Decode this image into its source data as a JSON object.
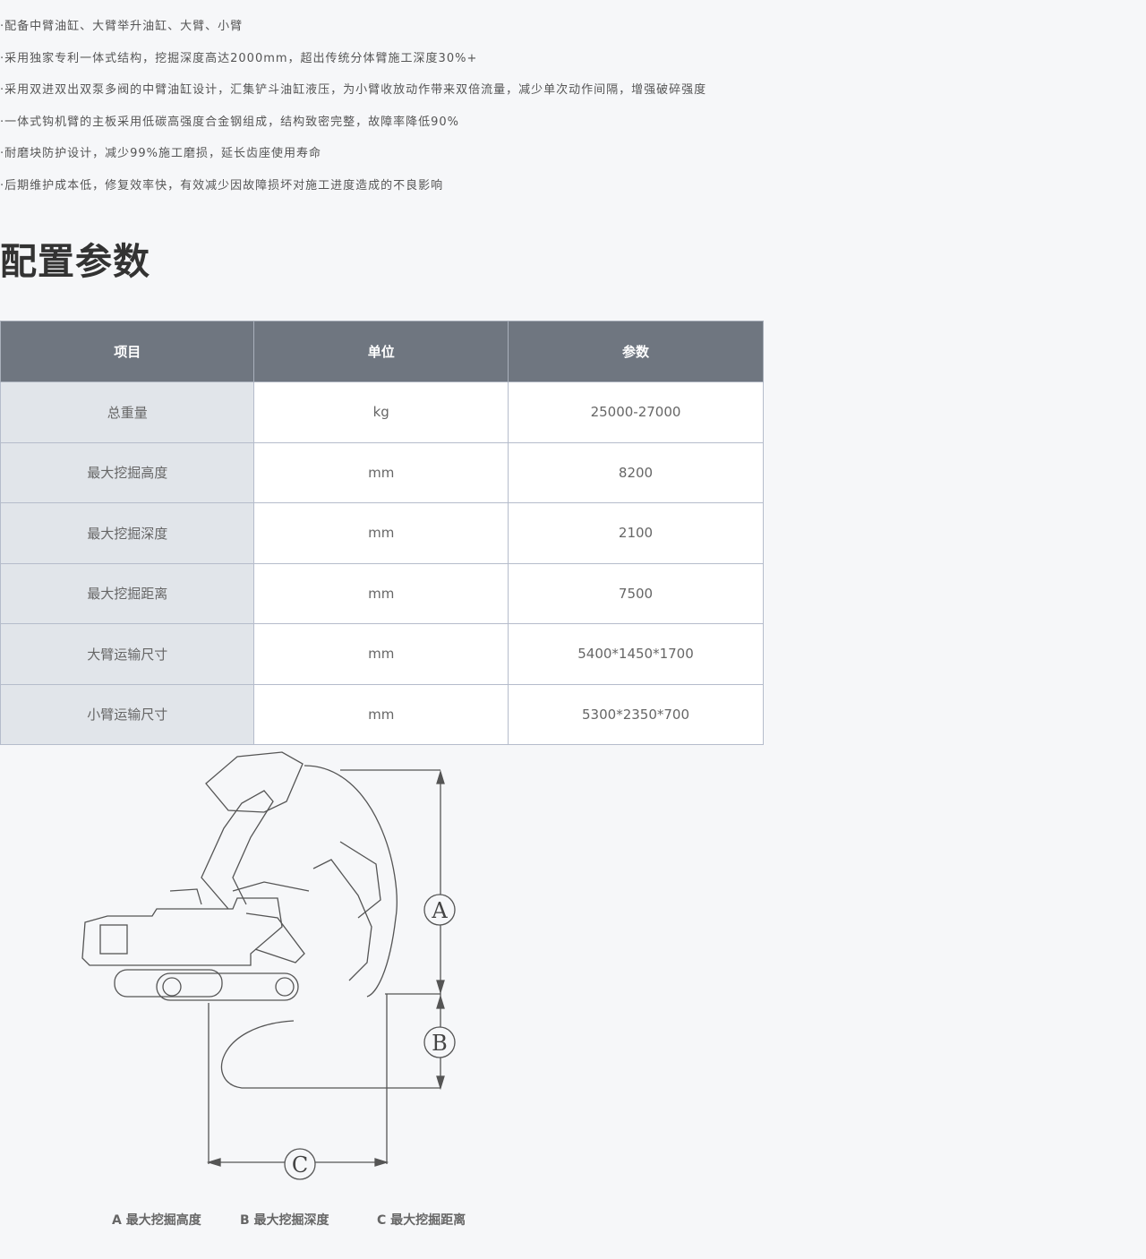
{
  "features": [
    "·配备中臂油缸、大臂举升油缸、大臂、小臂",
    "·采用独家专利一体式结构，挖掘深度高达2000mm，超出传统分体臂施工深度30%+",
    "·采用双进双出双泵多阀的中臂油缸设计，汇集铲斗油缸液压，为小臂收放动作带来双倍流量，减少单次动作间隔，增强破碎强度",
    "·一体式钩机臂的主板采用低碳高强度合金钢组成，结构致密完整，故障率降低90%",
    "·耐磨块防护设计，减少99%施工磨损，延长齿座使用寿命",
    "·后期维护成本低，修复效率快，有效减少因故障损坏对施工进度造成的不良影响"
  ],
  "section_title": "配置参数",
  "table": {
    "headers": [
      "项目",
      "单位",
      "参数"
    ],
    "rows": [
      [
        "总重量",
        "kg",
        "25000-27000"
      ],
      [
        "最大挖掘高度",
        "mm",
        "8200"
      ],
      [
        "最大挖掘深度",
        "mm",
        "2100"
      ],
      [
        "最大挖掘距离",
        "mm",
        "7500"
      ],
      [
        "大臂运输尺寸",
        "mm",
        "5400*1450*1700"
      ],
      [
        "小臂运输尺寸",
        "mm",
        "5300*2350*700"
      ]
    ]
  },
  "diagram": {
    "labels": [
      "A",
      "B",
      "C"
    ]
  },
  "legend": [
    "A 最大挖掘高度",
    "B 最大挖掘深度",
    "C 最大挖掘距离"
  ]
}
